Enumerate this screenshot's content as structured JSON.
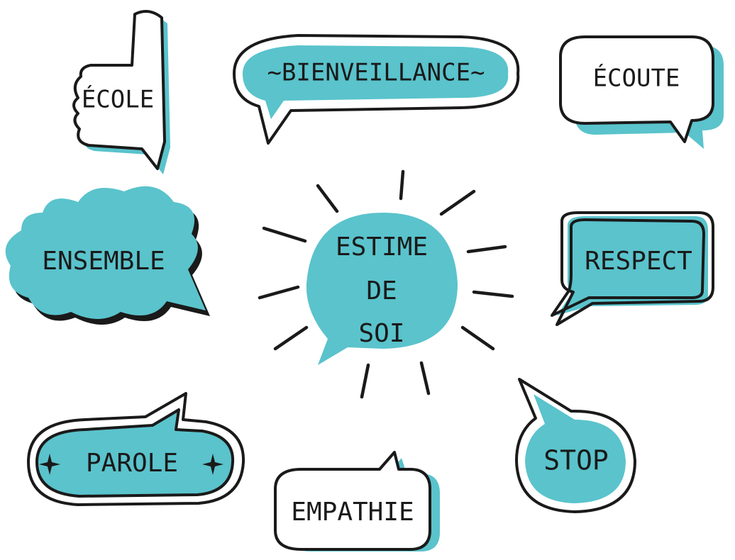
{
  "colors": {
    "accent": "#5ac3cc",
    "ink": "#1a1a1a",
    "paper": "#ffffff"
  },
  "words": {
    "ecole": "ÉCOLE",
    "bienveillance": "~BIENVEILLANCE~",
    "ecoute": "ÉCOUTE",
    "ensemble": "ENSEMBLE",
    "estime_line1": "ESTIME",
    "estime_line2": "DE",
    "estime_line3": "SOI",
    "respect": "RESPECT",
    "parole": "PAROLE",
    "empathie": "EMPATHIE",
    "stop": "STOP"
  },
  "icons": {
    "thumb": "thumbs-up-bubble-icon",
    "sparkle": "sparkle-icon",
    "cloud": "cloud-bubble-icon"
  }
}
